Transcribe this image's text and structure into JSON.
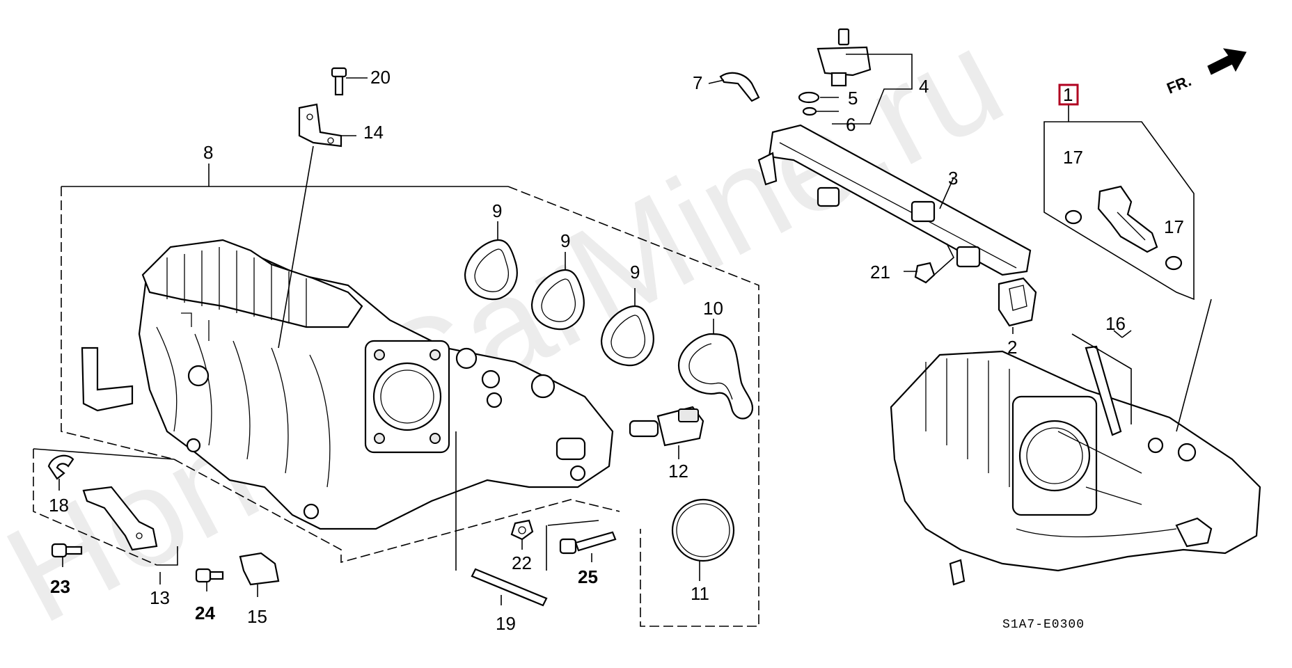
{
  "watermark": "HondaCarMine.ru",
  "direction_label": "FR.",
  "diagram_code": "S1A7-E0300",
  "highlight_color": "#b00020",
  "callouts": {
    "c1": "1",
    "c2": "2",
    "c3": "3",
    "c4": "4",
    "c5": "5",
    "c6": "6",
    "c7": "7",
    "c8": "8",
    "c9a": "9",
    "c9b": "9",
    "c9c": "9",
    "c10": "10",
    "c11": "11",
    "c12": "12",
    "c13": "13",
    "c14": "14",
    "c15": "15",
    "c16": "16",
    "c17a": "17",
    "c17b": "17",
    "c18": "18",
    "c19": "19",
    "c20": "20",
    "c21": "21",
    "c22": "22",
    "c23": "23",
    "c24": "24",
    "c25": "25"
  }
}
